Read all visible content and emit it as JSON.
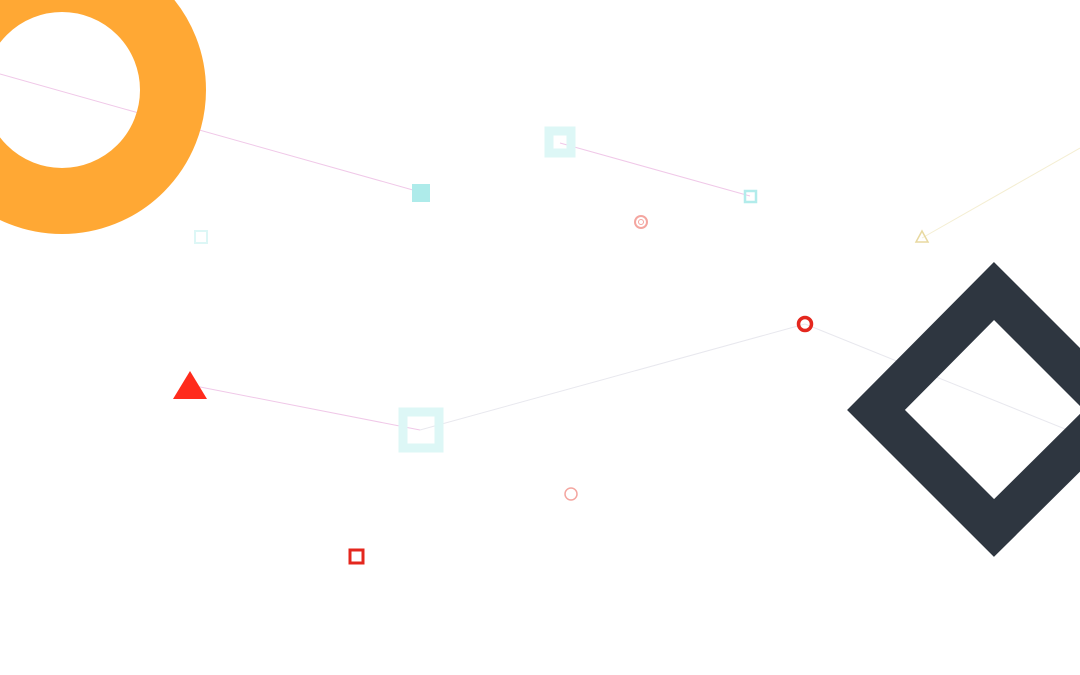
{
  "colors": {
    "background": "#ffffff",
    "orange": "#FFA834",
    "dark": "#2E3640",
    "red": "#FF2B1C",
    "red_dark": "#E4271E",
    "red_soft": "#F4A6A0",
    "teal_fill": "#AEEBEA",
    "teal_soft": "#DDF7F6",
    "teal_outline": "#B2ECEB",
    "line_pink": "#F0C8E8",
    "line_gray": "#E8E8EE",
    "line_cream": "#F4EED2",
    "cream": "#E8D9A0"
  },
  "shapes": [
    {
      "name": "orange-ring",
      "icon": "ring-shape"
    },
    {
      "name": "dark-diamond-outline",
      "icon": "diamond-outline-shape"
    },
    {
      "name": "red-triangle",
      "icon": "triangle-shape"
    },
    {
      "name": "red-small-ring",
      "icon": "ring-shape"
    },
    {
      "name": "red-small-square-outline",
      "icon": "square-outline-shape"
    },
    {
      "name": "faded-red-ring-upper",
      "icon": "ring-shape"
    },
    {
      "name": "faded-red-ring-lower",
      "icon": "ring-shape"
    },
    {
      "name": "teal-filled-square",
      "icon": "square-shape"
    },
    {
      "name": "teal-square-outline-large",
      "icon": "square-outline-shape"
    },
    {
      "name": "teal-square-outline-small",
      "icon": "square-outline-shape"
    },
    {
      "name": "teal-square-outline-tiny",
      "icon": "square-outline-shape"
    },
    {
      "name": "teal-square-outline-center",
      "icon": "square-outline-shape"
    },
    {
      "name": "cream-triangle-outline",
      "icon": "triangle-outline-shape"
    }
  ]
}
